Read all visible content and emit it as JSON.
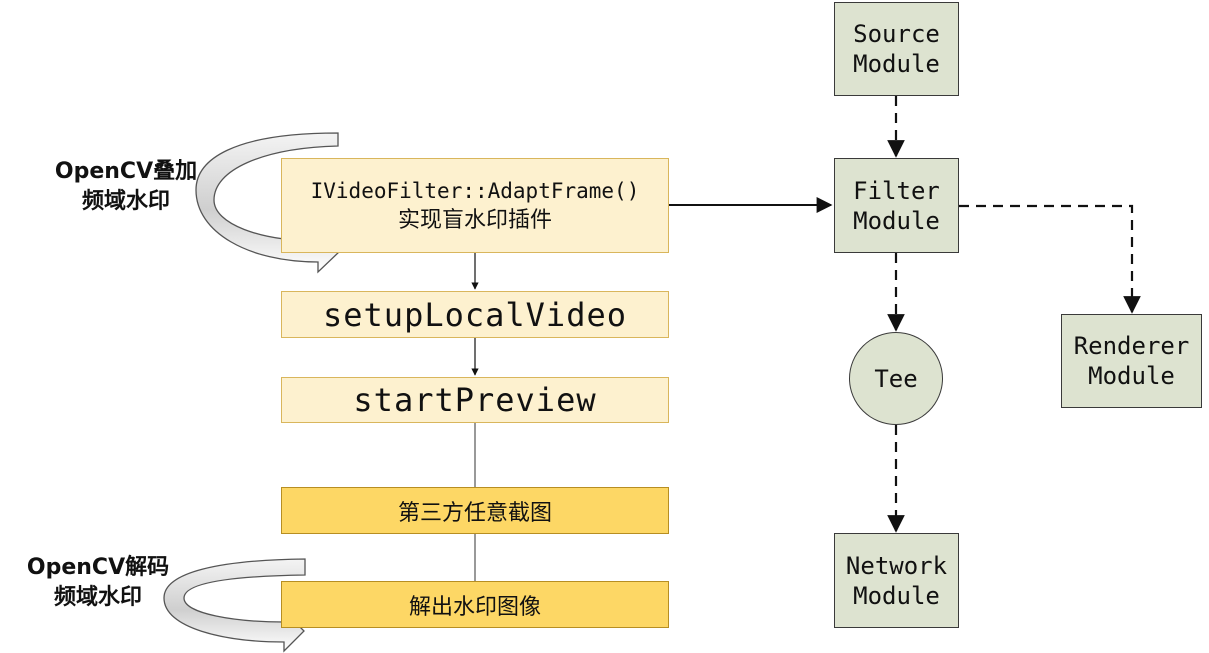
{
  "left_flow": {
    "adapt_frame": {
      "line1": "IVideoFilter::AdaptFrame()",
      "line2": "实现盲水印插件"
    },
    "setup_local_video": "setupLocalVideo",
    "start_preview": "startPreview",
    "screenshot": "第三方任意截图",
    "extract": "解出水印图像"
  },
  "side_labels": {
    "overlay": {
      "line1": "OpenCV叠加",
      "line2": "频域水印"
    },
    "decode": {
      "line1": "OpenCV解码",
      "line2": "频域水印"
    }
  },
  "modules": {
    "source": {
      "line1": "Source",
      "line2": "Module"
    },
    "filter": {
      "line1": "Filter",
      "line2": "Module"
    },
    "renderer": {
      "line1": "Renderer",
      "line2": "Module"
    },
    "tee": "Tee",
    "network": {
      "line1": "Network",
      "line2": "Module"
    }
  },
  "colors": {
    "cream_fill": "#fdf1cf",
    "gold_fill": "#fdd765",
    "module_fill": "#dde3d0"
  }
}
